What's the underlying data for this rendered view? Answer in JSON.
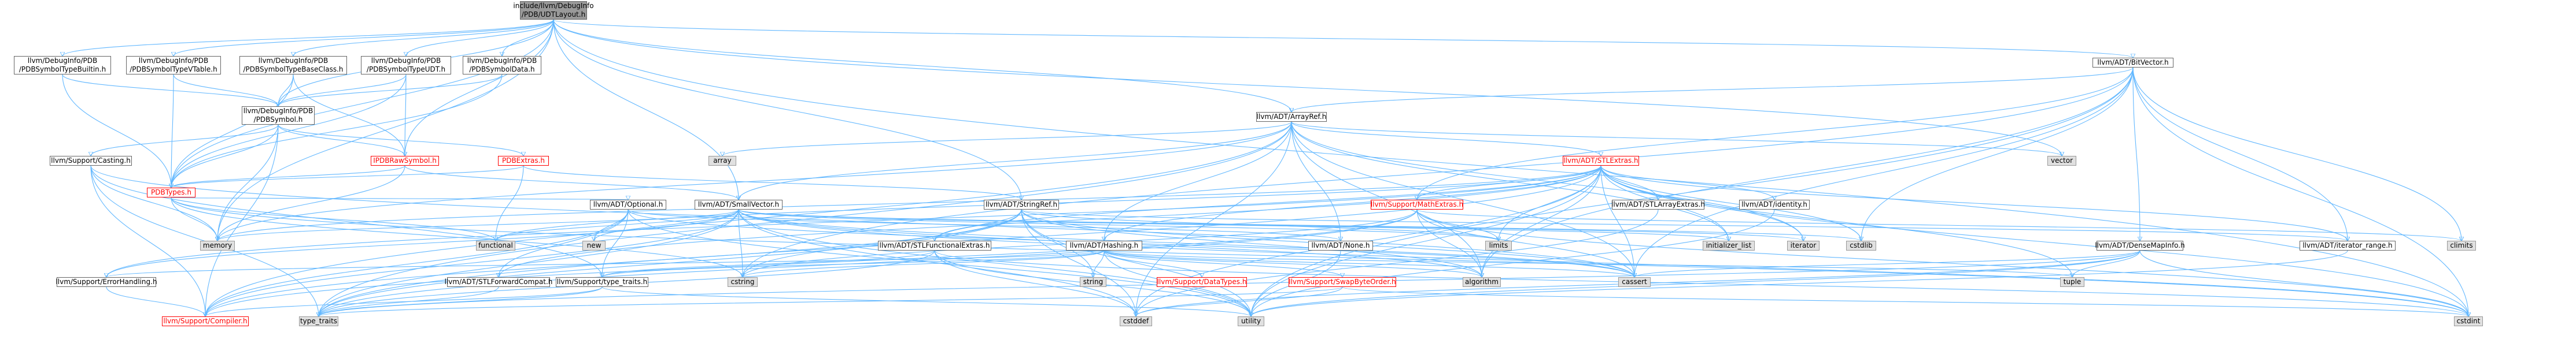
{
  "colors": {
    "edge": "#63b8ff",
    "node_border": "#666666",
    "node_fill": "#ffffff",
    "system_fill": "#e0e0e0",
    "root_fill": "#999999",
    "missing_border": "#ff0000",
    "missing_text": "#ff0000"
  },
  "nodes": {
    "root": {
      "lines": [
        "include/llvm/DebugInfo",
        "/PDB/UDTLayout.h"
      ],
      "style": "root"
    },
    "pdbsym_builtin": {
      "lines": [
        "llvm/DebugInfo/PDB",
        "/PDBSymbolTypeBuiltin.h"
      ],
      "style": "normal"
    },
    "pdbsym_vtable": {
      "lines": [
        "llvm/DebugInfo/PDB",
        "/PDBSymbolTypeVTable.h"
      ],
      "style": "normal"
    },
    "pdbsym_baseclass": {
      "lines": [
        "llvm/DebugInfo/PDB",
        "/PDBSymbolTypeBaseClass.h"
      ],
      "style": "normal"
    },
    "pdbsym_udt": {
      "lines": [
        "llvm/DebugInfo/PDB",
        "/PDBSymbolTypeUDT.h"
      ],
      "style": "normal"
    },
    "pdbsym_data": {
      "lines": [
        "llvm/DebugInfo/PDB",
        "/PDBSymbolData.h"
      ],
      "style": "normal"
    },
    "pdbsymbol": {
      "lines": [
        "llvm/DebugInfo/PDB",
        "/PDBSymbol.h"
      ],
      "style": "normal"
    },
    "casting": {
      "lines": [
        "llvm/Support/Casting.h"
      ],
      "style": "normal"
    },
    "ipdbrawsymbol": {
      "lines": [
        "IPDBRawSymbol.h"
      ],
      "style": "missing"
    },
    "pdbextras": {
      "lines": [
        "PDBExtras.h"
      ],
      "style": "missing"
    },
    "pdbtypes": {
      "lines": [
        "PDBTypes.h"
      ],
      "style": "missing"
    },
    "memory": {
      "lines": [
        "memory"
      ],
      "style": "system"
    },
    "optional": {
      "lines": [
        "llvm/ADT/Optional.h"
      ],
      "style": "normal"
    },
    "smallvector": {
      "lines": [
        "llvm/ADT/SmallVector.h"
      ],
      "style": "normal"
    },
    "functional": {
      "lines": [
        "functional"
      ],
      "style": "system"
    },
    "new": {
      "lines": [
        "new"
      ],
      "style": "system"
    },
    "array": {
      "lines": [
        "array"
      ],
      "style": "system"
    },
    "arrayref": {
      "lines": [
        "llvm/ADT/ArrayRef.h"
      ],
      "style": "normal"
    },
    "bitvector": {
      "lines": [
        "llvm/ADT/BitVector.h"
      ],
      "style": "normal"
    },
    "vector": {
      "lines": [
        "vector"
      ],
      "style": "system"
    },
    "stringref": {
      "lines": [
        "llvm/ADT/StringRef.h"
      ],
      "style": "normal"
    },
    "stlextras": {
      "lines": [
        "llvm/ADT/STLExtras.h"
      ],
      "style": "missing"
    },
    "mathextras": {
      "lines": [
        "llvm/Support/MathExtras.h"
      ],
      "style": "missing"
    },
    "stlarrayextras": {
      "lines": [
        "llvm/ADT/STLArrayExtras.h"
      ],
      "style": "normal"
    },
    "identity": {
      "lines": [
        "llvm/ADT/identity.h"
      ],
      "style": "normal"
    },
    "stlfunctionalextras": {
      "lines": [
        "llvm/ADT/STLFunctionalExtras.h"
      ],
      "style": "normal"
    },
    "hashing": {
      "lines": [
        "llvm/ADT/Hashing.h"
      ],
      "style": "normal"
    },
    "none": {
      "lines": [
        "llvm/ADT/None.h"
      ],
      "style": "normal"
    },
    "limits": {
      "lines": [
        "limits"
      ],
      "style": "system"
    },
    "initializer_list": {
      "lines": [
        "initializer_list"
      ],
      "style": "system"
    },
    "iterator": {
      "lines": [
        "iterator"
      ],
      "style": "system"
    },
    "cstdlib": {
      "lines": [
        "cstdlib"
      ],
      "style": "system"
    },
    "climits": {
      "lines": [
        "climits"
      ],
      "style": "system"
    },
    "iterator_range": {
      "lines": [
        "llvm/ADT/iterator_range.h"
      ],
      "style": "normal"
    },
    "densemapinfo": {
      "lines": [
        "llvm/ADT/DenseMapInfo.h"
      ],
      "style": "normal"
    },
    "tuple": {
      "lines": [
        "tuple"
      ],
      "style": "system"
    },
    "errorhandling": {
      "lines": [
        "llvm/Support/ErrorHandling.h"
      ],
      "style": "normal"
    },
    "stlforwardcompat": {
      "lines": [
        "llvm/ADT/STLForwardCompat.h"
      ],
      "style": "normal"
    },
    "typetraits": {
      "lines": [
        "llvm/Support/type_traits.h"
      ],
      "style": "normal"
    },
    "cstring": {
      "lines": [
        "cstring"
      ],
      "style": "system"
    },
    "string": {
      "lines": [
        "string"
      ],
      "style": "system"
    },
    "datatypes": {
      "lines": [
        "llvm/Support/DataTypes.h"
      ],
      "style": "missing"
    },
    "swapbyteorder": {
      "lines": [
        "llvm/Support/SwapByteOrder.h"
      ],
      "style": "missing"
    },
    "algorithm": {
      "lines": [
        "algorithm"
      ],
      "style": "system"
    },
    "cassert": {
      "lines": [
        "cassert"
      ],
      "style": "system"
    },
    "compiler": {
      "lines": [
        "llvm/Support/Compiler.h"
      ],
      "style": "missing"
    },
    "type_traits": {
      "lines": [
        "type_traits"
      ],
      "style": "system"
    },
    "cstddef": {
      "lines": [
        "cstddef"
      ],
      "style": "system"
    },
    "utility": {
      "lines": [
        "utility"
      ],
      "style": "system"
    },
    "cstdint": {
      "lines": [
        "cstdint"
      ],
      "style": "system"
    }
  },
  "edges": [
    [
      "root",
      "pdbsym_builtin"
    ],
    [
      "root",
      "pdbsym_vtable"
    ],
    [
      "root",
      "pdbsym_baseclass"
    ],
    [
      "root",
      "pdbsym_udt"
    ],
    [
      "root",
      "pdbsym_data"
    ],
    [
      "root",
      "pdbsymbol"
    ],
    [
      "root",
      "pdbtypes"
    ],
    [
      "root",
      "arrayref"
    ],
    [
      "root",
      "bitvector"
    ],
    [
      "root",
      "smallvector"
    ],
    [
      "root",
      "stringref"
    ],
    [
      "root",
      "memory"
    ],
    [
      "root",
      "cstdint"
    ],
    [
      "root",
      "vector"
    ],
    [
      "root",
      "ipdbrawsymbol"
    ],
    [
      "pdbsym_builtin",
      "pdbsymbol"
    ],
    [
      "pdbsym_builtin",
      "pdbtypes"
    ],
    [
      "pdbsym_vtable",
      "pdbsymbol"
    ],
    [
      "pdbsym_vtable",
      "pdbtypes"
    ],
    [
      "pdbsym_baseclass",
      "pdbsymbol"
    ],
    [
      "pdbsym_baseclass",
      "ipdbrawsymbol"
    ],
    [
      "pdbsym_baseclass",
      "pdbtypes"
    ],
    [
      "pdbsym_udt",
      "pdbsymbol"
    ],
    [
      "pdbsym_udt",
      "ipdbrawsymbol"
    ],
    [
      "pdbsym_udt",
      "pdbtypes"
    ],
    [
      "pdbsym_data",
      "pdbsymbol"
    ],
    [
      "pdbsym_data",
      "pdbtypes"
    ],
    [
      "pdbsymbol",
      "casting"
    ],
    [
      "pdbsymbol",
      "ipdbrawsymbol"
    ],
    [
      "pdbsymbol",
      "pdbextras"
    ],
    [
      "pdbsymbol",
      "pdbtypes"
    ],
    [
      "pdbsymbol",
      "memory"
    ],
    [
      "pdbsymbol",
      "compiler"
    ],
    [
      "casting",
      "memory"
    ],
    [
      "casting",
      "type_traits"
    ],
    [
      "casting",
      "cassert"
    ],
    [
      "casting",
      "compiler"
    ],
    [
      "casting",
      "typetraits"
    ],
    [
      "ipdbrawsymbol",
      "pdbtypes"
    ],
    [
      "ipdbrawsymbol",
      "smallvector"
    ],
    [
      "ipdbrawsymbol",
      "memory"
    ],
    [
      "pdbextras",
      "pdbtypes"
    ],
    [
      "pdbextras",
      "stringref"
    ],
    [
      "pdbextras",
      "functional"
    ],
    [
      "pdbtypes",
      "memory"
    ],
    [
      "pdbtypes",
      "optional"
    ],
    [
      "pdbtypes",
      "functional"
    ],
    [
      "pdbtypes",
      "cstring"
    ],
    [
      "pdbtypes",
      "cstdint"
    ],
    [
      "optional",
      "none"
    ],
    [
      "optional",
      "stlforwardcompat"
    ],
    [
      "optional",
      "typetraits"
    ],
    [
      "optional",
      "new"
    ],
    [
      "optional",
      "utility"
    ],
    [
      "optional",
      "compiler"
    ],
    [
      "optional",
      "cassert"
    ],
    [
      "smallvector",
      "compiler"
    ],
    [
      "smallvector",
      "type_traits"
    ],
    [
      "smallvector",
      "algorithm"
    ],
    [
      "smallvector",
      "cassert"
    ],
    [
      "smallvector",
      "cstddef"
    ],
    [
      "smallvector",
      "cstdlib"
    ],
    [
      "smallvector",
      "cstring"
    ],
    [
      "smallvector",
      "functional"
    ],
    [
      "smallvector",
      "initializer_list"
    ],
    [
      "smallvector",
      "iterator"
    ],
    [
      "smallvector",
      "limits"
    ],
    [
      "smallvector",
      "memory"
    ],
    [
      "smallvector",
      "new"
    ],
    [
      "smallvector",
      "utility"
    ],
    [
      "smallvector",
      "errorhandling"
    ],
    [
      "smallvector",
      "cstdint"
    ],
    [
      "arrayref",
      "array"
    ],
    [
      "arrayref",
      "hashing"
    ],
    [
      "arrayref",
      "none"
    ],
    [
      "arrayref",
      "smallvector"
    ],
    [
      "arrayref",
      "stlextras"
    ],
    [
      "arrayref",
      "compiler"
    ],
    [
      "arrayref",
      "algorithm"
    ],
    [
      "arrayref",
      "cassert"
    ],
    [
      "arrayref",
      "cstddef"
    ],
    [
      "arrayref",
      "initializer_list"
    ],
    [
      "arrayref",
      "iterator"
    ],
    [
      "arrayref",
      "memory"
    ],
    [
      "arrayref",
      "type_traits"
    ],
    [
      "arrayref",
      "vector"
    ],
    [
      "bitvector",
      "arrayref"
    ],
    [
      "bitvector",
      "densemapinfo"
    ],
    [
      "bitvector",
      "iterator_range"
    ],
    [
      "bitvector",
      "mathextras"
    ],
    [
      "bitvector",
      "algorithm"
    ],
    [
      "bitvector",
      "cassert"
    ],
    [
      "bitvector",
      "climits"
    ],
    [
      "bitvector",
      "cstdint"
    ],
    [
      "bitvector",
      "cstdlib"
    ],
    [
      "bitvector",
      "cstring"
    ],
    [
      "bitvector",
      "utility"
    ],
    [
      "stringref",
      "stlfunctionalextras"
    ],
    [
      "stringref",
      "iterator_range"
    ],
    [
      "stringref",
      "compiler"
    ],
    [
      "stringref",
      "algorithm"
    ],
    [
      "stringref",
      "cassert"
    ],
    [
      "stringref",
      "cstddef"
    ],
    [
      "stringref",
      "cstring"
    ],
    [
      "stringref",
      "limits"
    ],
    [
      "stringref",
      "string"
    ],
    [
      "stringref",
      "type_traits"
    ],
    [
      "stringref",
      "utility"
    ],
    [
      "stlextras",
      "hashing"
    ],
    [
      "stlextras",
      "stlarrayextras"
    ],
    [
      "stlextras",
      "stlforwardcompat"
    ],
    [
      "stlextras",
      "stlfunctionalextras"
    ],
    [
      "stlextras",
      "identity"
    ],
    [
      "stlextras",
      "iterator_range"
    ],
    [
      "stlextras",
      "errorhandling"
    ],
    [
      "stlextras",
      "algorithm"
    ],
    [
      "stlextras",
      "cassert"
    ],
    [
      "stlextras",
      "cstddef"
    ],
    [
      "stlextras",
      "cstdint"
    ],
    [
      "stlextras",
      "cstdlib"
    ],
    [
      "stlextras",
      "functional"
    ],
    [
      "stlextras",
      "initializer_list"
    ],
    [
      "stlextras",
      "iterator"
    ],
    [
      "stlextras",
      "limits"
    ],
    [
      "stlextras",
      "memory"
    ],
    [
      "stlextras",
      "tuple"
    ],
    [
      "stlextras",
      "type_traits"
    ],
    [
      "stlextras",
      "utility"
    ],
    [
      "stlextras",
      "mathextras"
    ],
    [
      "mathextras",
      "compiler"
    ],
    [
      "mathextras",
      "algorithm"
    ],
    [
      "mathextras",
      "cassert"
    ],
    [
      "mathextras",
      "climits"
    ],
    [
      "mathextras",
      "cstdint"
    ],
    [
      "mathextras",
      "cstring"
    ],
    [
      "mathextras",
      "limits"
    ],
    [
      "mathextras",
      "type_traits"
    ],
    [
      "stlarrayextras",
      "cstddef"
    ],
    [
      "identity",
      "utility"
    ],
    [
      "stlfunctionalextras",
      "typetraits"
    ],
    [
      "stlfunctionalextras",
      "cstddef"
    ],
    [
      "stlfunctionalextras",
      "cstdint"
    ],
    [
      "stlfunctionalextras",
      "type_traits"
    ],
    [
      "stlfunctionalextras",
      "utility"
    ],
    [
      "hashing",
      "errorhandling"
    ],
    [
      "hashing",
      "datatypes"
    ],
    [
      "hashing",
      "swapbyteorder"
    ],
    [
      "hashing",
      "typetraits"
    ],
    [
      "hashing",
      "algorithm"
    ],
    [
      "hashing",
      "cassert"
    ],
    [
      "hashing",
      "cstring"
    ],
    [
      "hashing",
      "string"
    ],
    [
      "hashing",
      "tuple"
    ],
    [
      "hashing",
      "utility"
    ],
    [
      "densemapinfo",
      "cassert"
    ],
    [
      "densemapinfo",
      "cstddef"
    ],
    [
      "densemapinfo",
      "cstdint"
    ],
    [
      "densemapinfo",
      "tuple"
    ],
    [
      "densemapinfo",
      "type_traits"
    ],
    [
      "densemapinfo",
      "utility"
    ],
    [
      "iterator_range",
      "utility"
    ],
    [
      "errorhandling",
      "compiler"
    ],
    [
      "stlforwardcompat",
      "type_traits"
    ],
    [
      "typetraits",
      "compiler"
    ],
    [
      "typetraits",
      "type_traits"
    ],
    [
      "typetraits",
      "utility"
    ],
    [
      "swapbyteorder",
      "cstddef"
    ],
    [
      "swapbyteorder",
      "cstdint"
    ],
    [
      "swapbyteorder",
      "type_traits"
    ],
    [
      "none",
      "utility"
    ]
  ]
}
